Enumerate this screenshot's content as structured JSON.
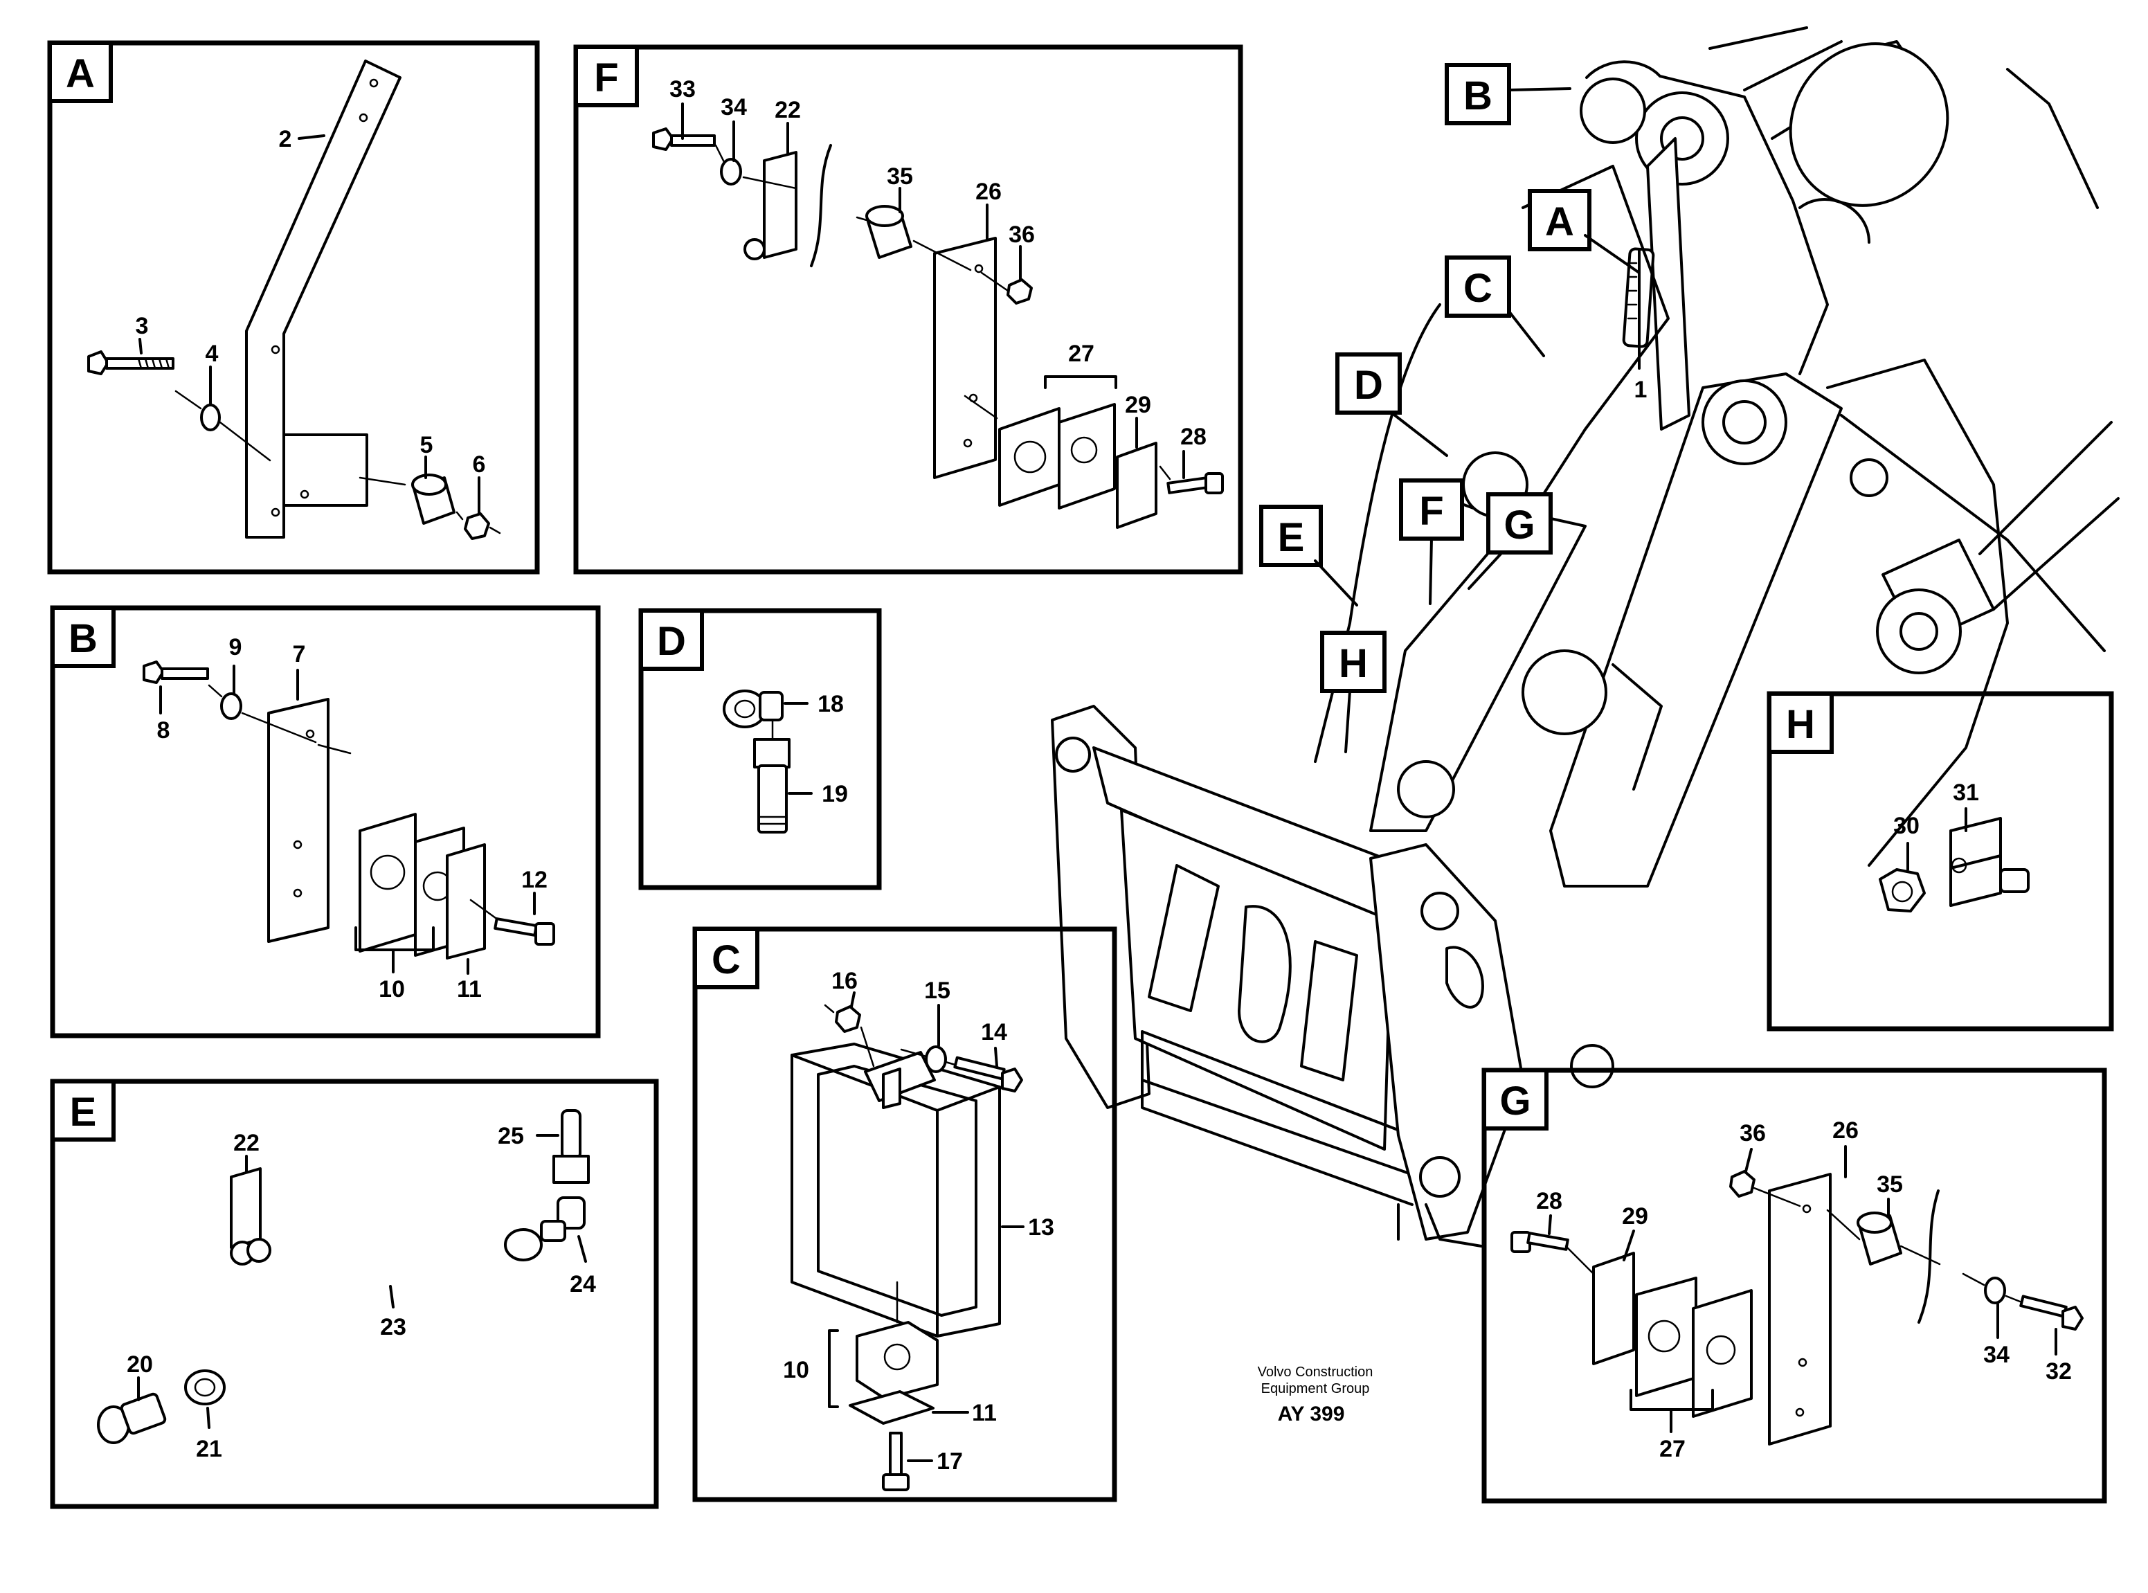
{
  "figure": {
    "footer": {
      "line1": "Volvo Construction",
      "line2": "Equipment Group",
      "code": "AY 399"
    },
    "panels": {
      "A": {
        "letter": "A",
        "labels": [
          "2",
          "3",
          "4",
          "5",
          "6"
        ]
      },
      "B": {
        "letter": "B",
        "labels": [
          "7",
          "8",
          "9",
          "10",
          "11",
          "12"
        ]
      },
      "C": {
        "letter": "C",
        "labels": [
          "13",
          "14",
          "15",
          "16",
          "10",
          "11",
          "17"
        ]
      },
      "D": {
        "letter": "D",
        "labels": [
          "18",
          "19"
        ]
      },
      "E": {
        "letter": "E",
        "labels": [
          "22",
          "25",
          "24",
          "23",
          "20",
          "21"
        ]
      },
      "F": {
        "letter": "F",
        "labels": [
          "33",
          "34",
          "22",
          "35",
          "26",
          "36",
          "27",
          "29",
          "28"
        ]
      },
      "G": {
        "letter": "G",
        "labels": [
          "36",
          "26",
          "35",
          "28",
          "29",
          "34",
          "32",
          "27"
        ]
      },
      "H": {
        "letter": "H",
        "labels": [
          "30",
          "31"
        ]
      }
    },
    "overview": {
      "callouts": [
        "B",
        "A",
        "C",
        "D",
        "F",
        "G",
        "E",
        "H"
      ],
      "part_label": "1"
    }
  }
}
